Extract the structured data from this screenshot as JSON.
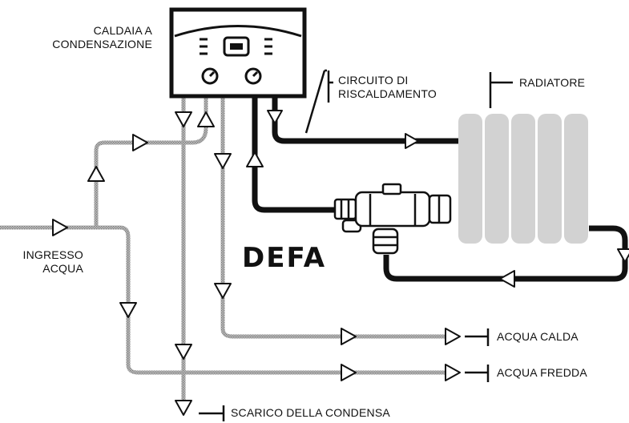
{
  "labels": {
    "boiler_line1": "CALDAIA A",
    "boiler_line2": "CONDENSAZIONE",
    "circuit_line1": "CIRCUITO DI",
    "circuit_line2": "RISCALDAMENTO",
    "radiator": "RADIATORE",
    "inlet_line1": "INGRESSO",
    "inlet_line2": "ACQUA",
    "hot_water": "ACQUA CALDA",
    "cold_water": "ACQUA FREDDA",
    "condensate": "SCARICO DELLA CONDENSA",
    "brand": "DEFA"
  },
  "colors": {
    "ink": "#111111",
    "pipe_gray": "#b4b4b4",
    "radiator_gray": "#d2d2d2"
  }
}
